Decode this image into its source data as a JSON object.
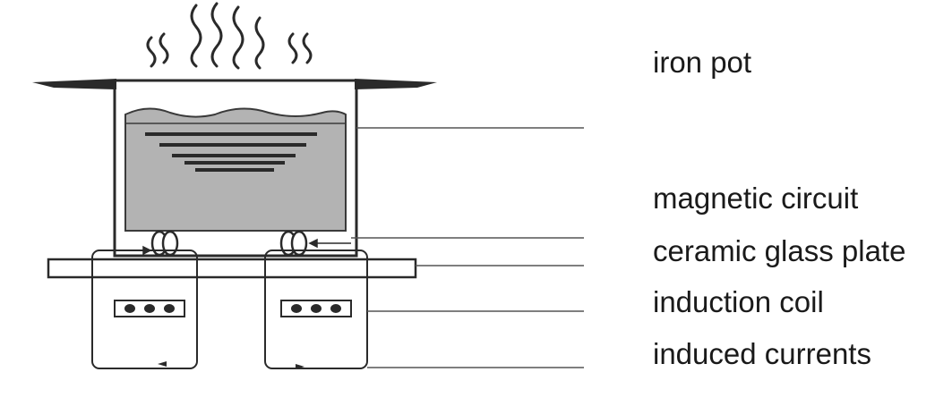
{
  "labels": {
    "iron_pot": "iron pot",
    "magnetic_circuit": "magnetic circuit",
    "ceramic_glass_plate": "ceramic glass plate",
    "induction_coil": "induction coil",
    "induced_currents": "induced currents"
  },
  "colors": {
    "line": "#2a2a2a",
    "liquid_fill": "#b3b3b3",
    "background": "#ffffff"
  }
}
